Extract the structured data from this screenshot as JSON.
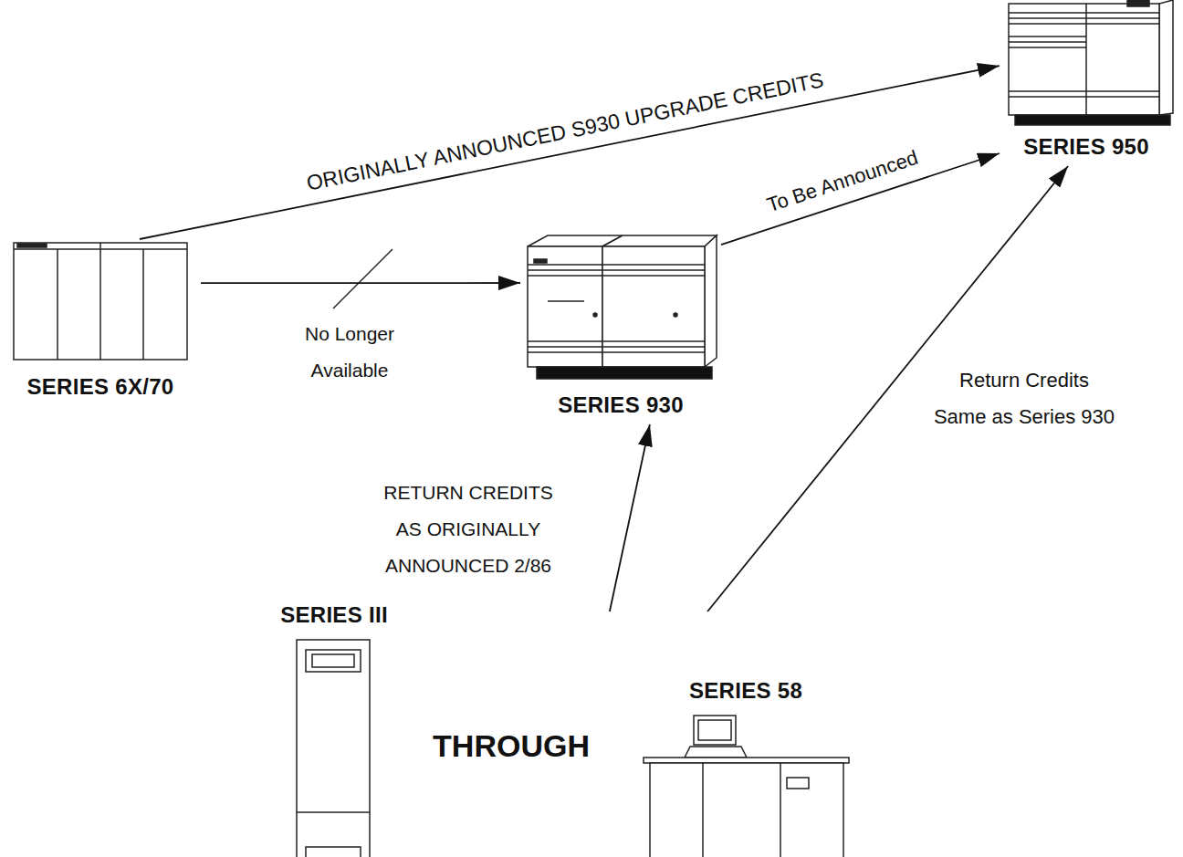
{
  "diagram": {
    "nodes": [
      {
        "text": [
          "SERIES 6X/70"
        ]
      },
      {
        "text": [
          "SERIES 930"
        ]
      },
      {
        "text": [
          "SERIES 950"
        ]
      },
      {
        "text": [
          "SERIES III"
        ]
      },
      {
        "text": [
          "SERIES 58"
        ]
      }
    ],
    "edges": [
      {
        "from": 0,
        "to": 2,
        "arrow": "to",
        "label": "ORIGINALLY ANNOUNCED S930 UPGRADE CREDITS"
      },
      {
        "from": 0,
        "to": 1,
        "arrow": "to",
        "label": "No Longer Available"
      },
      {
        "from": 1,
        "to": 2,
        "arrow": "to",
        "label": "To Be Announced"
      },
      {
        "from": 4,
        "to": 1,
        "arrow": "to",
        "label": "RETURN CREDITS AS ORIGINALLY ANNOUNCED 2/86"
      },
      {
        "from": 4,
        "to": 2,
        "arrow": "to",
        "label": "Return Credits Same as Series 930"
      }
    ],
    "labels": [
      "THROUGH"
    ]
  }
}
